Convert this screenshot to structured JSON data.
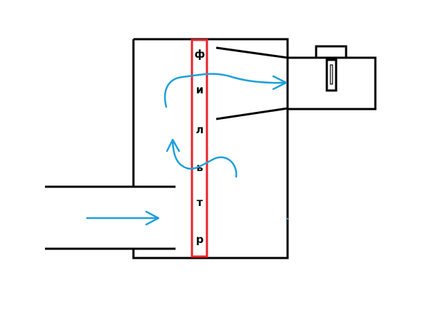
{
  "filter_letters": [
    "ф",
    "и",
    "л",
    "ь",
    "т",
    "р"
  ],
  "colors": {
    "outline": "#000000",
    "filter_border": "#e8232a",
    "airflow": "#1fa0d8",
    "background": "#ffffff"
  }
}
